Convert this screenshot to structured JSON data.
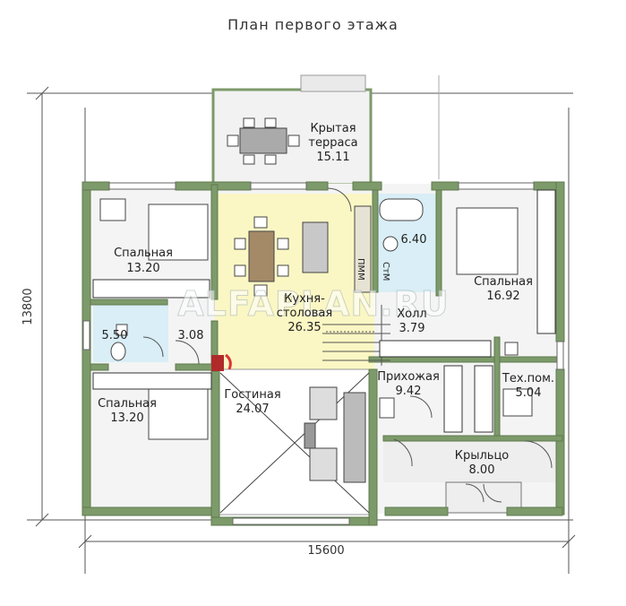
{
  "title": "План первого этажа",
  "dimensions": {
    "width": "15600",
    "height": "13800"
  },
  "watermark": "ALFAPLAN.RU",
  "rooms": [
    {
      "name": "Крытая",
      "name2": "терраса",
      "area": "15.11"
    },
    {
      "name": "Спальная",
      "area": "13.20"
    },
    {
      "name": "Кухня-",
      "name2": "столовая",
      "area": "26.35"
    },
    {
      "area": "6.40"
    },
    {
      "name": "Спальная",
      "area": "16.92"
    },
    {
      "area": "5.50"
    },
    {
      "area": "3.08"
    },
    {
      "name": "Холл",
      "area": "3.79"
    },
    {
      "name": "Спальная",
      "area": "13.20"
    },
    {
      "name": "Гостиная",
      "area": "24.07"
    },
    {
      "name": "Прихожая",
      "area": "9.42"
    },
    {
      "name": "Тех.пом.",
      "area": "5.04"
    },
    {
      "name": "Крыльцо",
      "area": "8.00"
    }
  ],
  "appliances": {
    "dishwasher": "ПММ",
    "washer": "СтМ"
  },
  "colors": {
    "wall": "#7d9a6a",
    "wall_dark": "#5f7b4f",
    "kitchen": "#fbf7c4",
    "bath": "#d9eef6"
  }
}
